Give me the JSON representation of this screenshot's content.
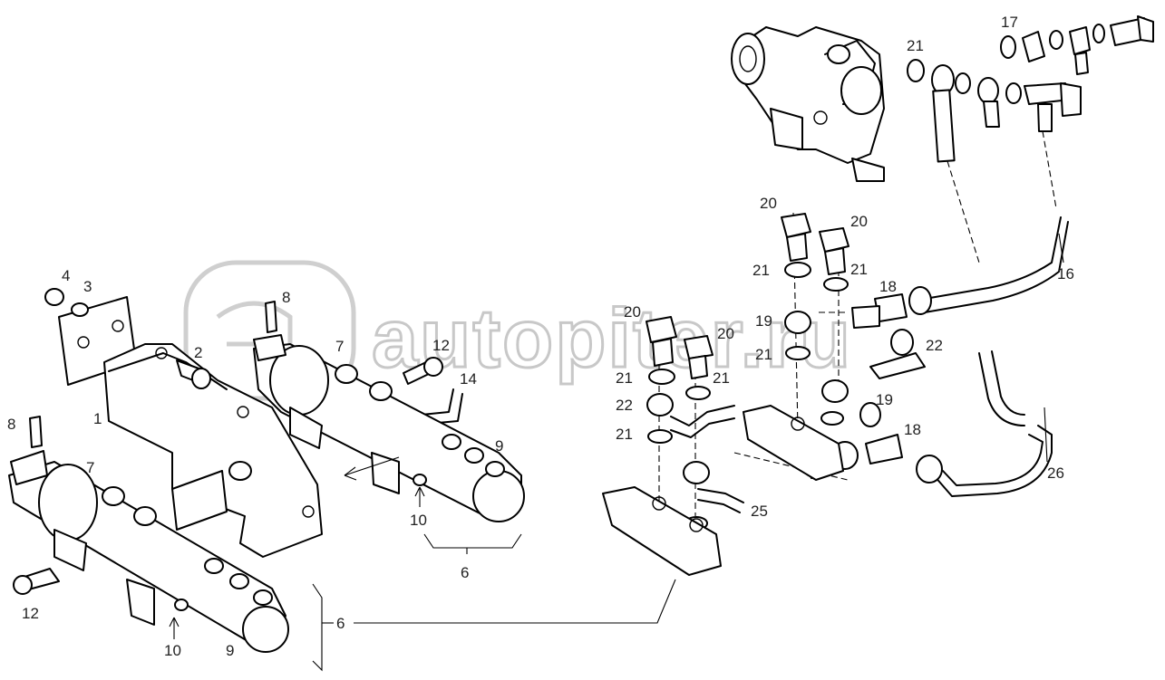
{
  "watermark": {
    "text": "autopiter.ru"
  },
  "callouts": {
    "c1": "1",
    "c2": "2",
    "c3": "3",
    "c4": "4",
    "c6a": "6",
    "c6b": "6",
    "c7a": "7",
    "c7b": "7",
    "c8a": "8",
    "c8b": "8",
    "c9a": "9",
    "c9b": "9",
    "c10a": "10",
    "c10b": "10",
    "c12a": "12",
    "c12b": "12",
    "c14": "14",
    "c16": "16",
    "c17": "17",
    "c18a": "18",
    "c18b": "18",
    "c19a": "19",
    "c19b": "19",
    "c20a": "20",
    "c20b": "20",
    "c20c": "20",
    "c20d": "20",
    "c21a": "21",
    "c21b": "21",
    "c21c": "21",
    "c21d": "21",
    "c21e": "21",
    "c21f": "21",
    "c21g": "21",
    "c22a": "22",
    "c22b": "22",
    "c25": "25",
    "c26": "26"
  }
}
